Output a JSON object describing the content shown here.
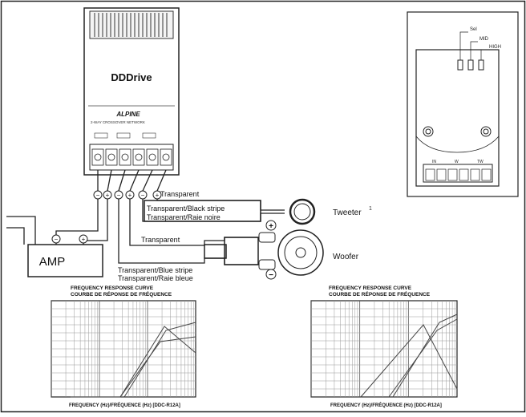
{
  "crossover": {
    "brand": "DDDrive",
    "maker_logo": "ALPINE",
    "model_line": "2-WAY CROSSOVER NETWORK"
  },
  "wires": {
    "tweeter_transparent": "Transparent",
    "tweeter_black_line1": "Transparent/Black stripe",
    "tweeter_black_line2": "Transparent/Raie noire",
    "woofer_transparent": "Transparent",
    "woofer_blue_line1": "Transparent/Blue stripe",
    "woofer_blue_line2": "Transparent/Raie bleue"
  },
  "components": {
    "amp": "AMP",
    "tweeter": "Tweeter",
    "woofer": "Woofer",
    "plus": "+",
    "minus": "−"
  },
  "inset_labels": {
    "switch1": "Sel",
    "switch2": "MID",
    "switch3": "HIGH",
    "term1": "IN",
    "term2": "W",
    "term3": "TW"
  },
  "charts_text": {
    "left_title1": "FREQUENCY RESPONSE CURVE",
    "left_title2": "COURBE DE RÉPONSE DE FRÉQUENCE",
    "left_xlabel": "FREQUENCY (Hz)/FRÉQUENCE (Hz) [DDC-R12A]",
    "right_title1": "FREQUENCY RESPONSE CURVE",
    "right_title2": "COURBE DE RÉPONSE DE FRÉQUENCE",
    "right_xlabel": "FREQUENCY (Hz)/FRÉQUENCE (Hz) [DDC-R12A]"
  }
}
